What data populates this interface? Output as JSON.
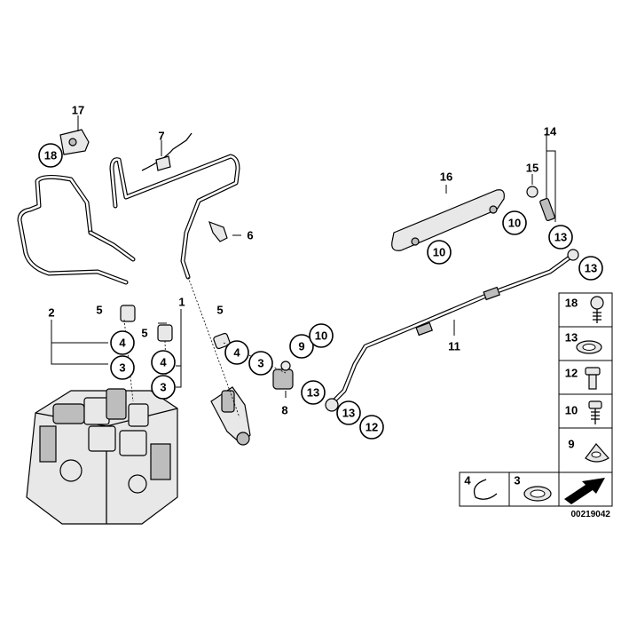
{
  "diagram_id": "00219042",
  "callouts": {
    "n1": "1",
    "n2": "2",
    "n3": "3",
    "n4": "4",
    "n5": "5",
    "n6": "6",
    "n7": "7",
    "n8": "8",
    "n9": "9",
    "n10": "10",
    "n11": "11",
    "n12": "12",
    "n13": "13",
    "n14": "14",
    "n15": "15",
    "n16": "16",
    "n17": "17",
    "n18": "18"
  },
  "legend": {
    "screw_18": "18",
    "seal_13": "13",
    "bolt_12": "12",
    "bolt_10": "10",
    "clip_9": "9",
    "clip_4": "4",
    "ring_3": "3"
  }
}
